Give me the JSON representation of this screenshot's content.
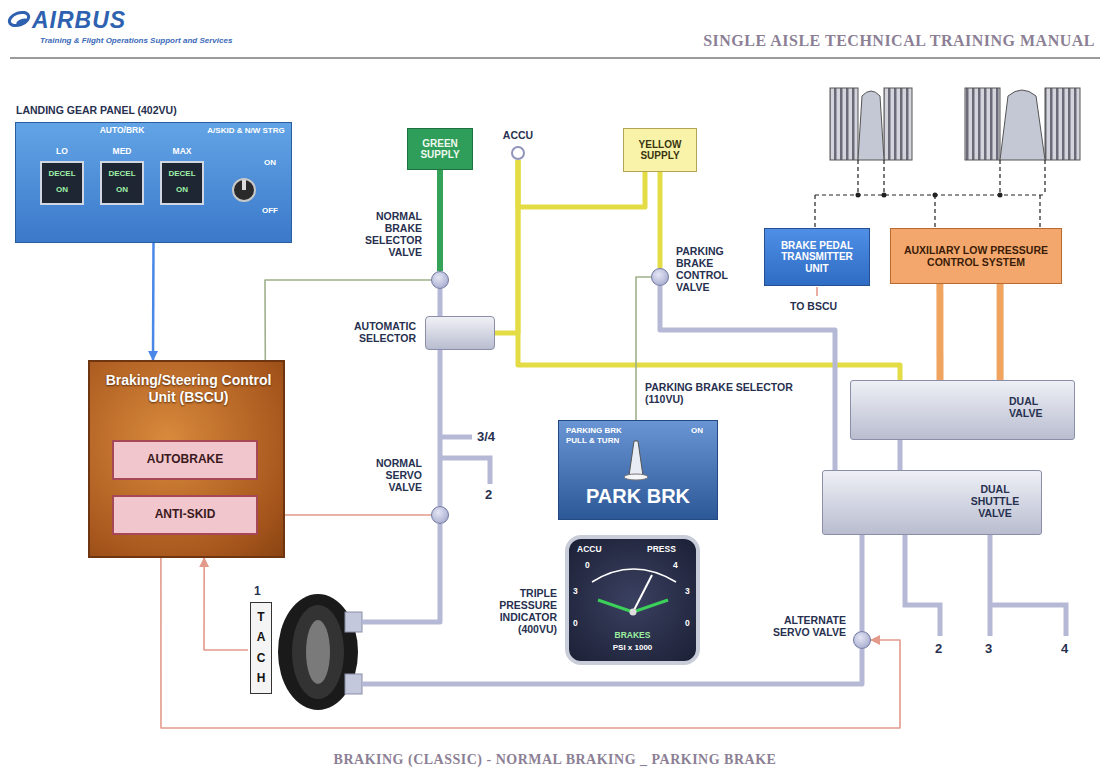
{
  "diagram": {
    "title": "SINGLE AISLE TECHNICAL TRAINING MANUAL",
    "caption": "BRAKING (CLASSIC) - NORMAL BRAKING _ PARKING BRAKE",
    "nodes": [
      {
        "text": [
          "LANDING GEAR PANEL (402VU)"
        ]
      },
      {
        "text": [
          "LO",
          "DECEL",
          "ON"
        ],
        "in": 0
      },
      {
        "text": [
          "MED",
          "DECEL",
          "ON"
        ],
        "in": 0
      },
      {
        "text": [
          "MAX",
          "DECEL",
          "ON"
        ],
        "in": 0
      },
      {
        "text": [
          "GREEN SUPPLY"
        ]
      },
      {
        "text": [
          "ACCU"
        ]
      },
      {
        "text": [
          "YELLOW SUPPLY"
        ]
      },
      {
        "text": [
          "BRAKE PEDAL TRANSMITTER UNIT"
        ]
      },
      {
        "text": [
          "AUXILIARY LOW PRESSURE CONTROL SYSTEM"
        ]
      },
      {
        "text": [
          "NORMAL BRAKE SELECTOR VALVE"
        ]
      },
      {
        "text": [
          "AUTOMATIC SELECTOR"
        ]
      },
      {
        "text": [
          "PARKING BRAKE CONTROL VALVE"
        ]
      },
      {
        "text": [
          "Braking/Steering Control Unit (BSCU)"
        ]
      },
      {
        "text": [
          "AUTOBRAKE"
        ],
        "in": 12
      },
      {
        "text": [
          "ANTI-SKID"
        ],
        "in": 12
      },
      {
        "text": [
          "NORMAL SERVO VALVE"
        ]
      },
      {
        "text": [
          "PARKING BRAKE SELECTOR (110VU)",
          "PARKING BRK",
          "PULL & TURN",
          "ON",
          "PARK BRK"
        ]
      },
      {
        "text": [
          "DUAL VALVE"
        ]
      },
      {
        "text": [
          "DUAL SHUTTLE VALVE"
        ]
      },
      {
        "text": [
          "TRIPLE PRESSURE INDICATOR (400VU)",
          "ACCU",
          "PRESS",
          "0",
          "4",
          "3",
          "0",
          "3",
          "0",
          "BRAKES",
          "PSI x 1000"
        ]
      },
      {
        "text": [
          "1",
          "TACH"
        ]
      },
      {
        "text": [
          "ALTERNATE SERVO VALVE"
        ]
      }
    ],
    "edges": [
      {
        "from": 0,
        "to": 12,
        "arrow": "to"
      },
      {
        "from": 12,
        "to": 9,
        "arrow": "none"
      },
      {
        "from": 4,
        "to": 9,
        "arrow": "none"
      },
      {
        "from": 9,
        "to": 10,
        "arrow": "none"
      },
      {
        "from": 10,
        "to": 15,
        "arrow": "none"
      },
      {
        "from": 15,
        "to": 20,
        "arrow": "none"
      },
      {
        "from": 14,
        "to": 15,
        "arrow": "none"
      },
      {
        "from": 20,
        "to": 12,
        "arrow": "to"
      },
      {
        "from": 12,
        "to": 21,
        "arrow": "to"
      },
      {
        "from": 21,
        "to": 20,
        "arrow": "none"
      },
      {
        "from": 18,
        "to": 21,
        "arrow": "none"
      },
      {
        "from": 6,
        "to": 11,
        "arrow": "none"
      },
      {
        "from": 5,
        "to": 6,
        "arrow": "none"
      },
      {
        "from": 5,
        "to": 10,
        "arrow": "none"
      },
      {
        "from": 5,
        "to": 17,
        "arrow": "none"
      },
      {
        "from": 16,
        "to": 11,
        "arrow": "none"
      },
      {
        "from": 11,
        "to": 18,
        "arrow": "none"
      },
      {
        "from": 8,
        "to": 17,
        "arrow": "none"
      },
      {
        "from": 8,
        "to": 17,
        "arrow": "none"
      },
      {
        "from": 17,
        "to": 18,
        "arrow": "none"
      }
    ],
    "labels": [
      "AIRBUS",
      "Training & Flight Operations Support and Services",
      "AUTO/BRK",
      "A/SKID & N/W STRG",
      "ON",
      "OFF",
      "TO BSCU",
      "3/4",
      "2",
      "2",
      "3",
      "4"
    ]
  }
}
